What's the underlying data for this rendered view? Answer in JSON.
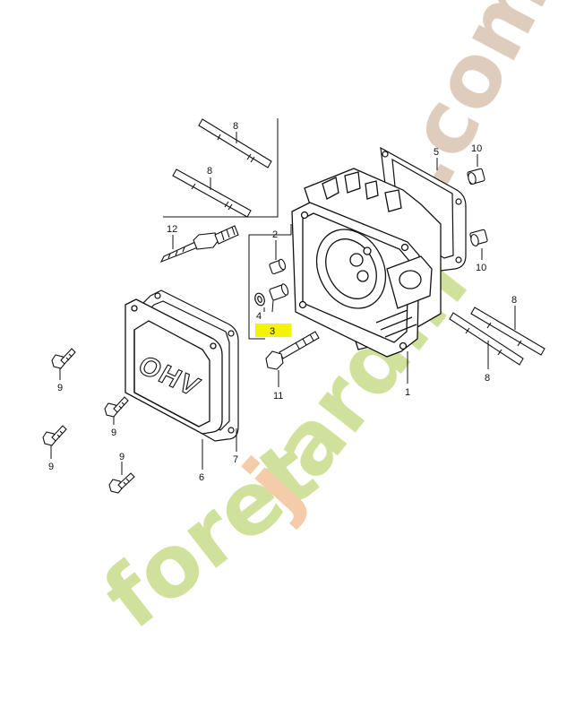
{
  "diagram": {
    "callouts": {
      "cylinder_head": "1",
      "dowel_pin_upper": "2",
      "gasket_highlighted": "3",
      "dowel_pin_lower": "4",
      "head_gasket_plate": "5",
      "head_cover": "6",
      "cover_packing": "7",
      "stud_bolt_top_a": "8",
      "stud_bolt_top_b": "8",
      "stud_bolt_right_a": "8",
      "stud_bolt_right_b": "8",
      "bolt_left_a": "9",
      "bolt_left_b": "9",
      "bolt_left_c": "9",
      "bolt_left_d": "9",
      "pin_right_top": "10",
      "pin_right_bottom": "10",
      "head_bolt": "11",
      "spark_plug": "12"
    },
    "cover_text": "OHV",
    "highlight_color": "#f4f400",
    "watermark": {
      "text": "foretjardin.com",
      "colors": [
        "#c8dc8a",
        "#f2c39a",
        "#d9c4b0"
      ]
    }
  }
}
